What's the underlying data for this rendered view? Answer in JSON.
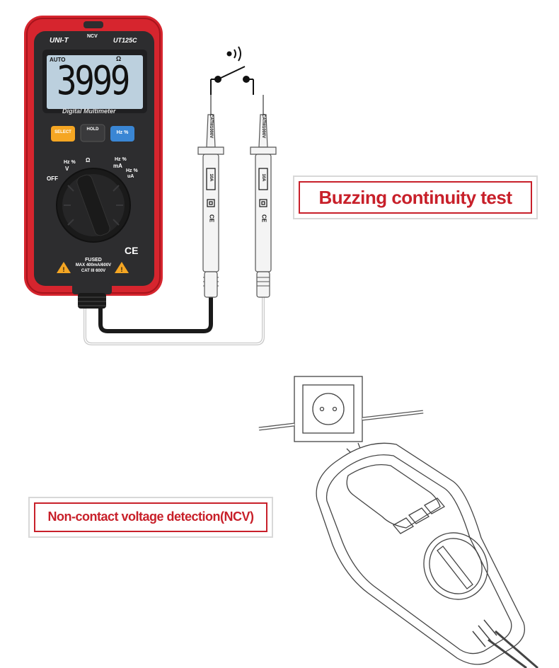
{
  "meter": {
    "brand": "UNI-T",
    "model": "UT125C",
    "ncv_label": "NCV",
    "auto_label": "AUTO",
    "ohm_label": "Ω",
    "reading": "3999",
    "subtitle": "Digital Multimeter",
    "buttons": {
      "select": "SELECT",
      "hold": "HOLD",
      "hz": "Hz %"
    },
    "dial_labels": {
      "off": "OFF",
      "hz_left": "Hz %",
      "volt": "V",
      "ohm": "Ω",
      "hz_right": "Hz %",
      "ma": "mA",
      "hz_right2": "Hz %",
      "ua": "uA"
    },
    "fused": "FUSED",
    "max_rating": "MAX 400mA/600V",
    "cat_rating": "CAT III 600V",
    "ce_mark": "CE"
  },
  "probes": {
    "rating": "CATIII1000V",
    "current": "10A",
    "ce_mark": "CE"
  },
  "callouts": {
    "continuity": "Buzzing continuity test",
    "ncv": "Non-contact voltage detection(NCV)"
  },
  "colors": {
    "accent_red": "#c8202a",
    "meter_red": "#d6252e",
    "lcd": "#bcd0de",
    "select_btn": "#f5a623",
    "hz_btn": "#3a86d4"
  },
  "icons": [
    "sound-wave-icon",
    "switch-icon",
    "warning-icon",
    "double-square-icon",
    "ce-mark-icon"
  ]
}
